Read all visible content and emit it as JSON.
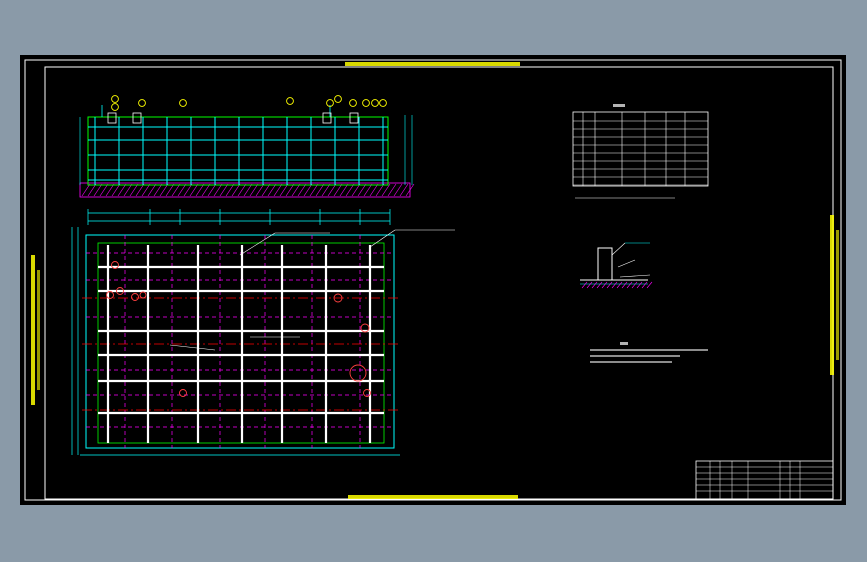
{
  "app": {
    "background_color": "#8a9aa8",
    "canvas_color": "#000000"
  },
  "colors": {
    "frame": "#ffffff",
    "outline": "#00ff00",
    "grid": "#00ffff",
    "dimension": "#00ffff",
    "hatch": "#ff00ff",
    "center_line": "#ff0000",
    "anchor_bolt": "#ff4040",
    "label_yellow": "#ffff00",
    "callout": "#ffff00"
  },
  "drawing": {
    "sheet_title": "",
    "bottom_caption": "",
    "left_note": "",
    "right_note": ""
  },
  "title_block": {
    "cells": []
  },
  "icons": {
    "sheet_frame": "cad-sheet-frame",
    "elevation": "elevation-view",
    "plan": "plan-view",
    "detail": "section-detail",
    "table": "parts-table",
    "notes": "notes-block",
    "title_block": "title-block"
  }
}
